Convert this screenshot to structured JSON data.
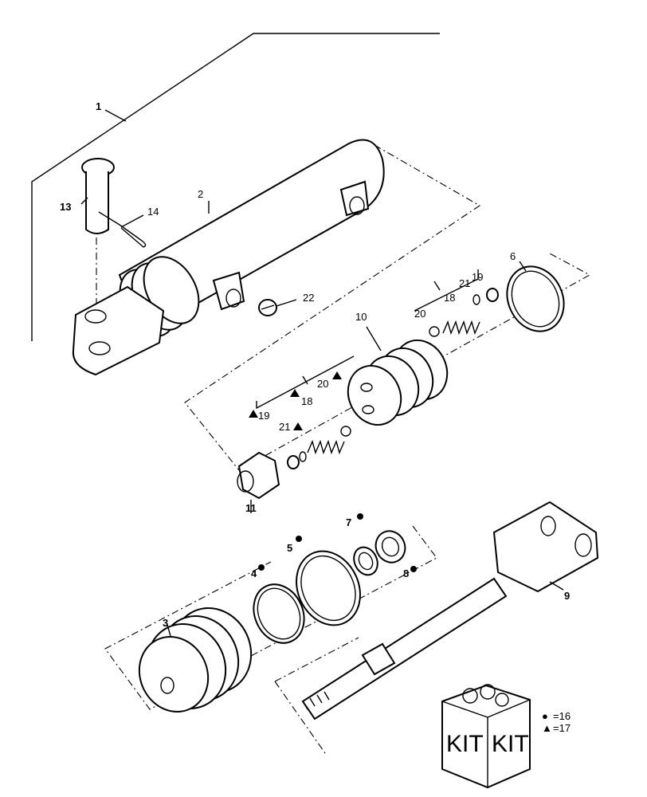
{
  "labels": {
    "l1": "1",
    "l2": "2",
    "l3": "3",
    "l4": "4",
    "l5": "5",
    "l6": "6",
    "l7": "7",
    "l8": "8",
    "l9": "9",
    "l10": "10",
    "l11": "11",
    "l13": "13",
    "l14": "14",
    "l18a": "18",
    "l18b": "18",
    "l19a": "19",
    "l19b": "19",
    "l20a": "20",
    "l20b": "20",
    "l21a": "21",
    "l21b": "21",
    "l22": "22"
  },
  "kit_box": {
    "text_left": "KIT",
    "text_right": "KIT"
  },
  "legend": [
    {
      "symbol": "●",
      "text": "=16"
    },
    {
      "symbol": "▲",
      "text": "=17"
    }
  ]
}
